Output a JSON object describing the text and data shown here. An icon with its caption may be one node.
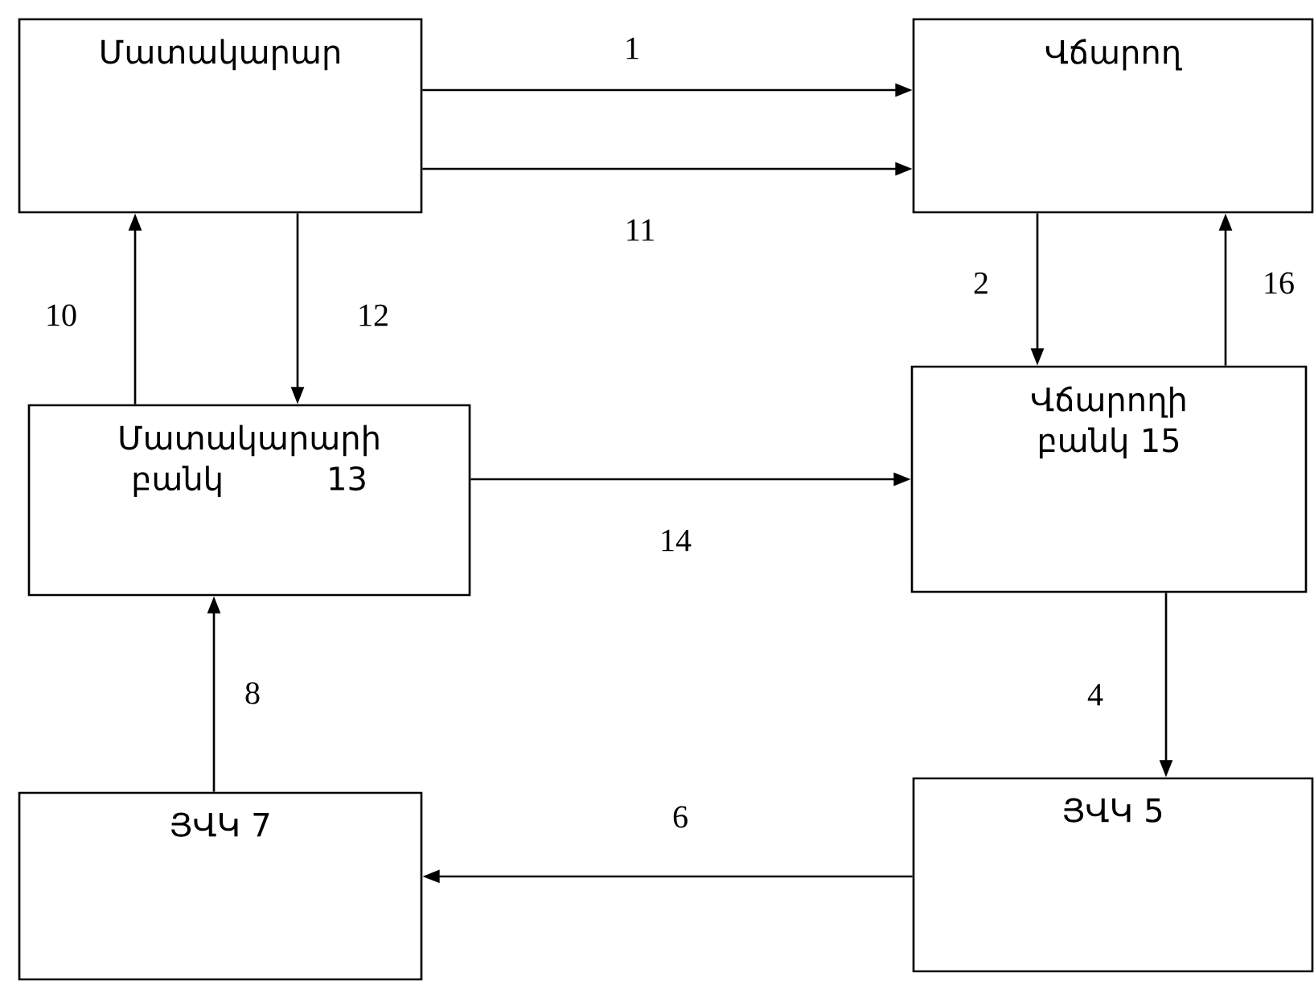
{
  "diagram": {
    "nodes": [
      {
        "text": [
          "Մատակարար"
        ]
      },
      {
        "text": [
          "Վճարող"
        ]
      },
      {
        "text": [
          "Մատակարարի",
          "բանկ",
          "13"
        ]
      },
      {
        "text": [
          "Վճարողի բանկ 15"
        ]
      },
      {
        "text": [
          "ՅՎԿ 5"
        ]
      },
      {
        "text": [
          "ՅՎԿ 7"
        ]
      }
    ],
    "edges": [
      {
        "from": 0,
        "to": 1,
        "arrow": "to",
        "label": "1"
      },
      {
        "from": 0,
        "to": 1,
        "arrow": "to",
        "label": "11"
      },
      {
        "from": 1,
        "to": 3,
        "arrow": "to",
        "label": "2"
      },
      {
        "from": 3,
        "to": 1,
        "arrow": "to",
        "label": "16"
      },
      {
        "from": 2,
        "to": 0,
        "arrow": "to",
        "label": "10"
      },
      {
        "from": 0,
        "to": 2,
        "arrow": "to",
        "label": "12"
      },
      {
        "from": 2,
        "to": 3,
        "arrow": "to",
        "label": "14"
      },
      {
        "from": 3,
        "to": 4,
        "arrow": "to",
        "label": "4"
      },
      {
        "from": 4,
        "to": 5,
        "arrow": "to",
        "label": "6"
      },
      {
        "from": 5,
        "to": 2,
        "arrow": "to",
        "label": "8"
      }
    ]
  }
}
